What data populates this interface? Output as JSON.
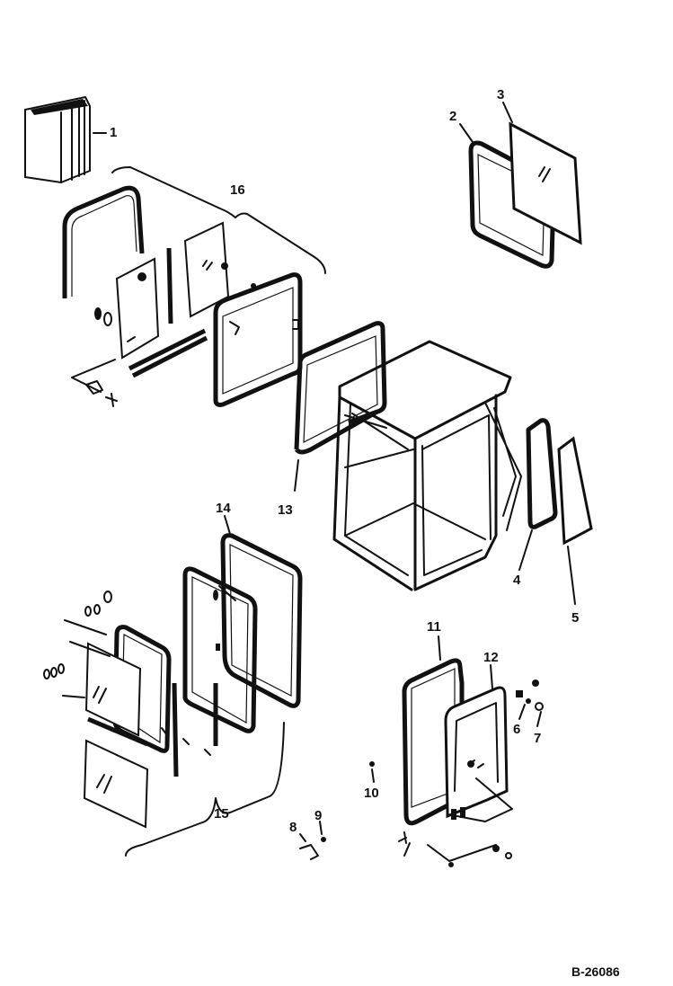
{
  "diagram": {
    "callouts": {
      "c1": "1",
      "c2": "2",
      "c3": "3",
      "c4": "4",
      "c5": "5",
      "c6": "6",
      "c7": "7",
      "c8": "8",
      "c9": "9",
      "c10": "10",
      "c11": "11",
      "c12": "12",
      "c13": "13",
      "c14": "14",
      "c15": "15",
      "c16": "16"
    },
    "drawing_code": "B-26086"
  }
}
